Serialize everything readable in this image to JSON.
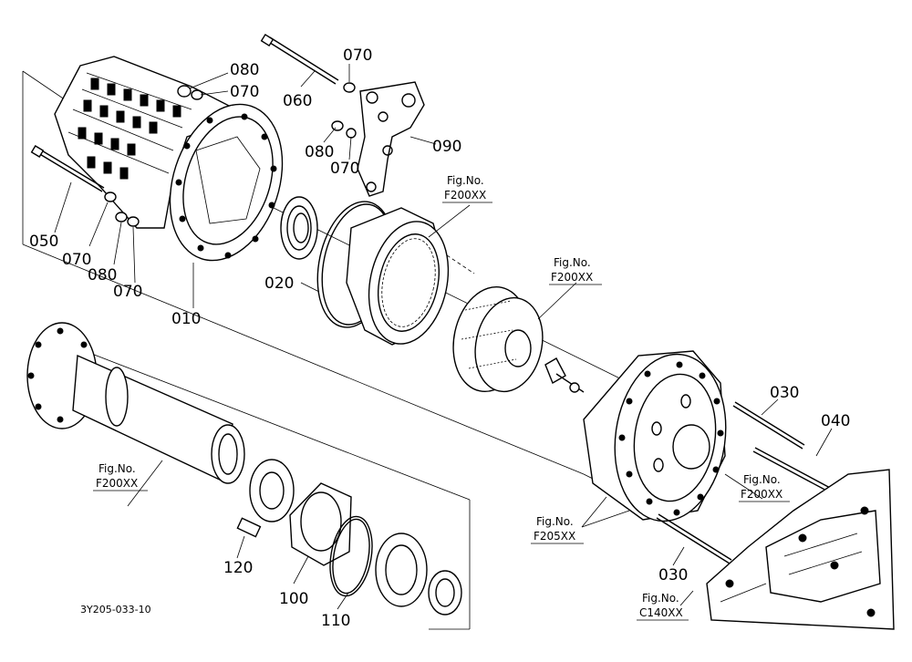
{
  "drawing_ref": "3Y205-033-10",
  "parts": [
    {
      "id": "p080a",
      "label": "080"
    },
    {
      "id": "p070a",
      "label": "070"
    },
    {
      "id": "p070b",
      "label": "070"
    },
    {
      "id": "p060",
      "label": "060"
    },
    {
      "id": "p080b",
      "label": "080"
    },
    {
      "id": "p070c",
      "label": "070"
    },
    {
      "id": "p090",
      "label": "090"
    },
    {
      "id": "p050",
      "label": "050"
    },
    {
      "id": "p070d",
      "label": "070"
    },
    {
      "id": "p080c",
      "label": "080"
    },
    {
      "id": "p070e",
      "label": "070"
    },
    {
      "id": "p010",
      "label": "010"
    },
    {
      "id": "p020",
      "label": "020"
    },
    {
      "id": "p030a",
      "label": "030"
    },
    {
      "id": "p040",
      "label": "040"
    },
    {
      "id": "p030b",
      "label": "030"
    },
    {
      "id": "p120",
      "label": "120"
    },
    {
      "id": "p100",
      "label": "100"
    },
    {
      "id": "p110",
      "label": "110"
    }
  ],
  "figure_refs": [
    {
      "id": "f1",
      "title": "Fig.No.",
      "code": "F200XX"
    },
    {
      "id": "f2",
      "title": "Fig.No.",
      "code": "F200XX"
    },
    {
      "id": "f3",
      "title": "Fig.No.",
      "code": "F200XX"
    },
    {
      "id": "f4",
      "title": "Fig.No.",
      "code": "F200XX"
    },
    {
      "id": "f5",
      "title": "Fig.No.",
      "code": "F205XX"
    },
    {
      "id": "f6",
      "title": "Fig.No.",
      "code": "C140XX"
    }
  ]
}
